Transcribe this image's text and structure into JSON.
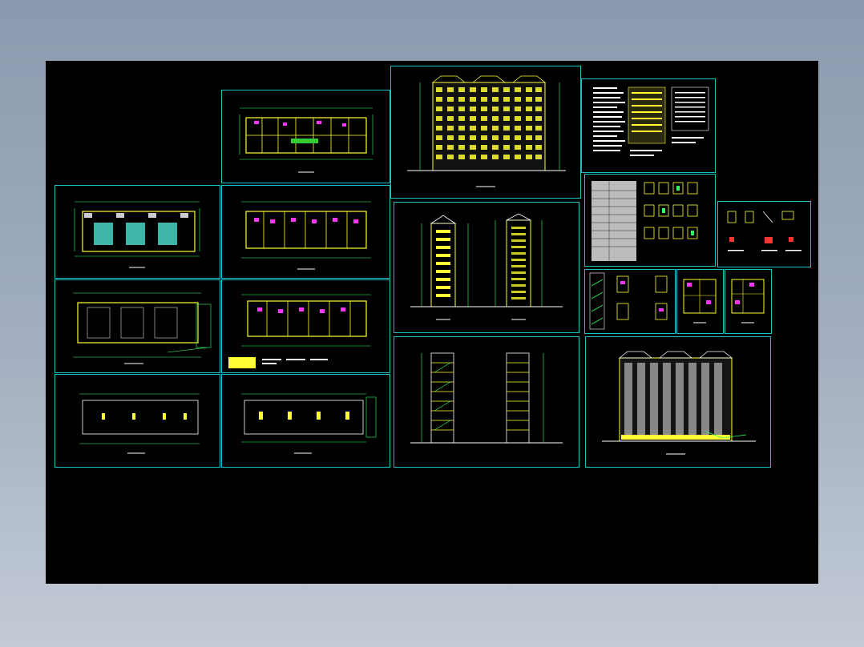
{
  "colors": {
    "background_top": "#8a9aae",
    "background_bottom": "#c3cbd6",
    "model_space": "#000000",
    "frame": "#19c3c3",
    "wall": "#ffff33",
    "grid": "#33ff66",
    "accent": "#ff33ff",
    "glass": "#3fb6a8",
    "text": "#ffffff"
  },
  "sheets": [
    {
      "id": "plan-floor-3"
    },
    {
      "id": "plan-floor-1"
    },
    {
      "id": "plan-floor-2"
    },
    {
      "id": "plan-floor-0"
    },
    {
      "id": "plan-floor-4"
    },
    {
      "id": "plan-basement-1"
    },
    {
      "id": "plan-basement-2"
    },
    {
      "id": "elevation-front"
    },
    {
      "id": "design-notes"
    },
    {
      "id": "door-window-schedule"
    },
    {
      "id": "section-details"
    },
    {
      "id": "elevation-sides"
    },
    {
      "id": "stair-details"
    },
    {
      "id": "unit-plan-a"
    },
    {
      "id": "unit-plan-b"
    },
    {
      "id": "sections"
    },
    {
      "id": "elevation-rear"
    }
  ]
}
